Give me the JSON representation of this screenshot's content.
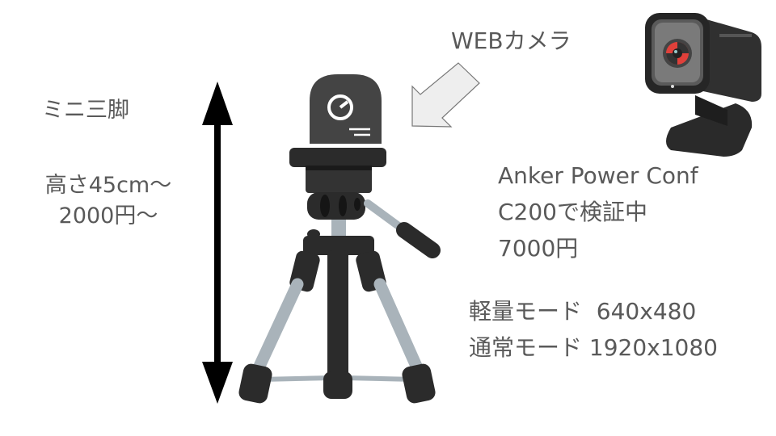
{
  "slide": {
    "background": "#ffffff",
    "text_color": "#595959"
  },
  "tripod": {
    "title": "ミニ三脚",
    "spec_lines": [
      "高さ45cm〜",
      "2000円〜"
    ],
    "spec_text": "高さ45cm〜\n2000円〜",
    "icon": "tripod-with-camera-illustration",
    "leg_color": "#a9b3ba",
    "body_color": "#2b2b2b"
  },
  "height_arrow": {
    "icon": "double-headed-vertical-arrow",
    "color": "#000000"
  },
  "webcam_label": {
    "text": "WEBカメラ",
    "arrow_icon": "down-left-block-arrow",
    "arrow_fill": "#eeeeee",
    "arrow_stroke": "#777777"
  },
  "camera": {
    "name_lines": [
      "Anker Power Conf",
      "C200で検証中",
      "7000円"
    ],
    "spec_text": "Anker Power Conf\nC200で検証中\n7000円",
    "photo_icon": "webcam-product-photo",
    "accent_color": "#e0403a"
  },
  "modes": {
    "lines": [
      "軽量モード  640x480",
      "通常モード 1920x1080"
    ],
    "text": "軽量モード  640x480\n通常モード 1920x1080"
  }
}
